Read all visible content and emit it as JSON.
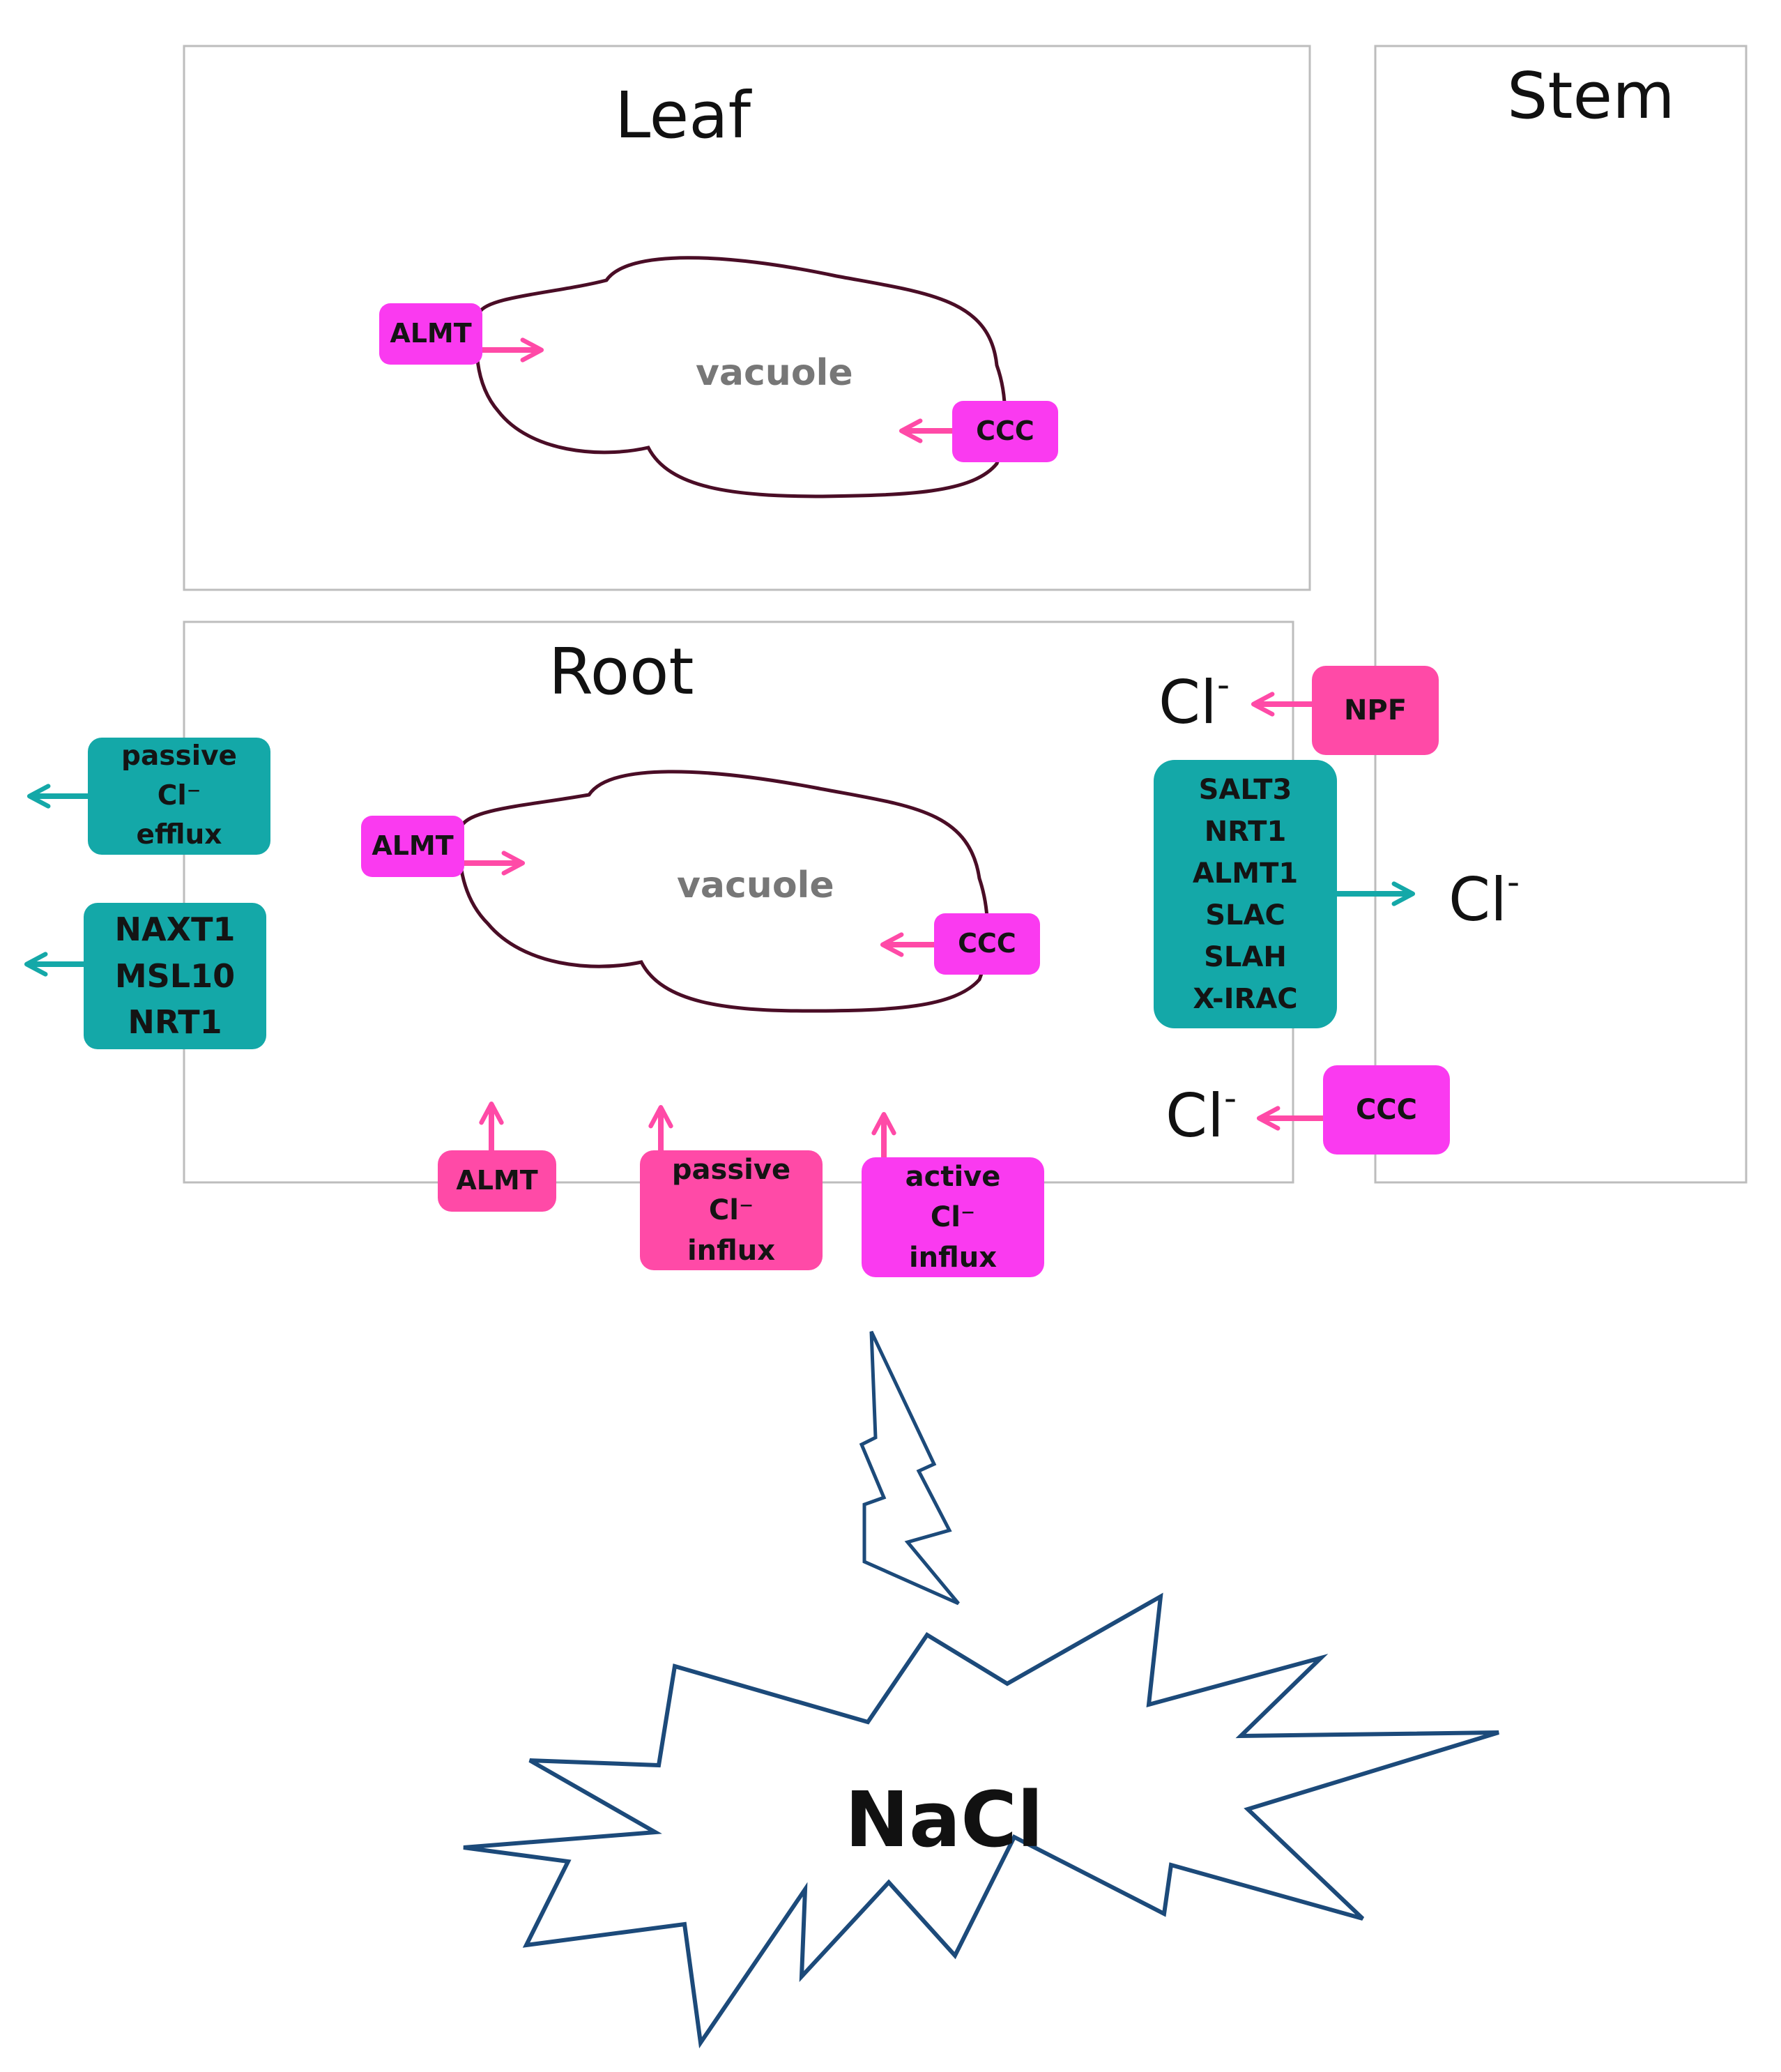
{
  "regions": {
    "leaf": "Leaf",
    "stem": "Stem",
    "root": "Root"
  },
  "leaf_cell": {
    "vacuole_label": "vacuole",
    "almt": "ALMT",
    "ccc": "CCC"
  },
  "root_cell": {
    "vacuole_label": "vacuole",
    "almt": "ALMT",
    "ccc": "CCC"
  },
  "root_efflux": {
    "passive": [
      "passive",
      "Cl⁻",
      "efflux"
    ],
    "transporters": [
      "NAXT1",
      "MSL10",
      "NRT1"
    ]
  },
  "root_influx": {
    "almt": "ALMT",
    "passive": [
      "passive",
      "Cl⁻",
      "influx"
    ],
    "active": [
      "active",
      "Cl⁻",
      "influx"
    ]
  },
  "xylem": {
    "npf": "NPF",
    "loading_transporters": [
      "SALT3",
      "NRT1",
      "ALMT1",
      "SLAC",
      "SLAH",
      "X-IRAC"
    ],
    "ccc": "CCC",
    "chloride_base": "Cl",
    "chloride_charge": "-"
  },
  "stress": {
    "label": "NaCl"
  },
  "colors": {
    "magenta": "#fa3af0",
    "pink": "#ff4aa7",
    "teal": "#14a8a8",
    "membrane": "#4a0d26",
    "burst": "#1c4a7a"
  },
  "icons": [
    "arrow-icon",
    "lightning-bolt-icon",
    "starburst-icon"
  ]
}
